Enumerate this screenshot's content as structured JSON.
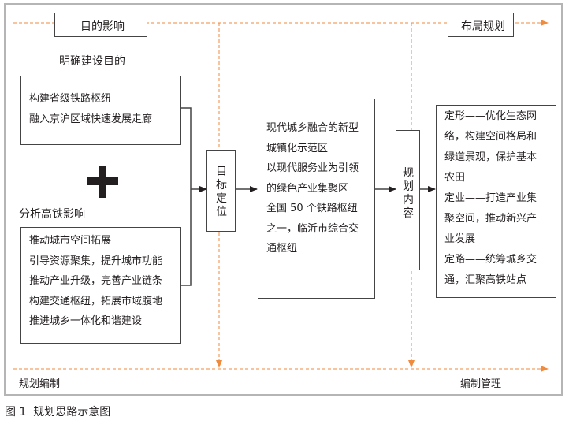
{
  "diagram": {
    "top_axis": {
      "left_label": "目的影响",
      "right_label": "布局规划"
    },
    "bottom_axis": {
      "left_label": "规划编制",
      "right_label": "编制管理"
    },
    "purpose_heading": "明确建设目的",
    "purpose_box": {
      "lines": [
        "构建省级铁路枢纽",
        "融入京沪区域快速发展走廊"
      ]
    },
    "plus_icon": "plus-icon",
    "impact_heading": "分析高铁影响",
    "impact_box": {
      "lines": [
        "推动城市空间拓展",
        "引导资源聚集，提升城市功能",
        "推动产业升级，完善产业链条",
        "构建交通枢纽，拓展市域腹地",
        "推进城乡一体化和谐建设"
      ]
    },
    "target_node": "目标定位",
    "target_box": {
      "lines": [
        "现代城乡融合的新型",
        "城镇化示范区",
        "以现代服务业为引领",
        "的绿色产业集聚区",
        "全国 50 个铁路枢纽",
        "之一，临沂市综合交",
        "通枢纽"
      ]
    },
    "content_node": "规划内容",
    "content_box": {
      "lines": [
        "定形——优化生态网",
        "络，构建空间格局和",
        "绿道景观，保护基本",
        "农田",
        "定业——打造产业集",
        "聚空间，推动新兴产",
        "业发展",
        "定路——统筹城乡交",
        "通，汇聚高铁站点"
      ]
    },
    "accent_color": "#f08a3c",
    "line_color": "#444444"
  },
  "caption": "图 1  规划思路示意图"
}
